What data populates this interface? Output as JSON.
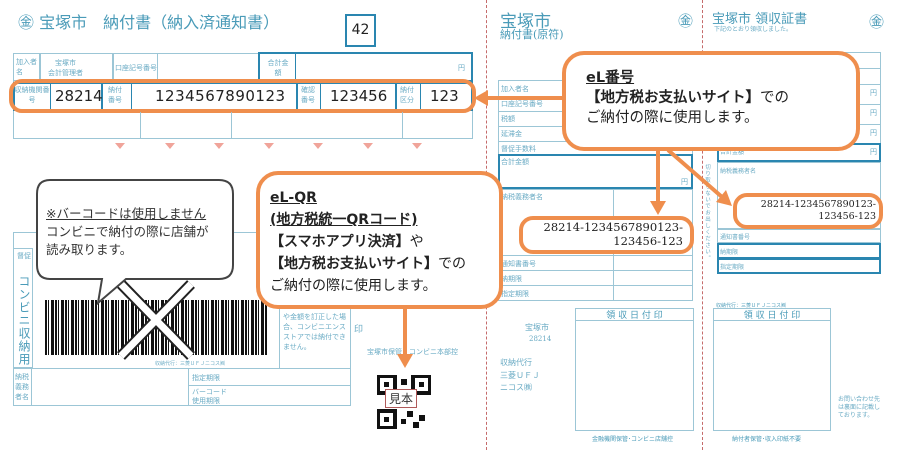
{
  "left_slip": {
    "title_mark": "㊎",
    "title": "宝塚市　納付書（納入済通知書）",
    "page_number": "42",
    "labels": {
      "payer_name": "加入者名",
      "payer_value": "宝塚市\n会計管理者",
      "account_number": "口座記号番号",
      "total_amount": "合計金額",
      "yen": "円",
      "institution_number": "収納機関番号",
      "payment_number": "納付番号",
      "confirmation_number": "確認番号",
      "payment_category": "納付区分"
    },
    "institution_number": "28214",
    "payment_number": "1234567890123",
    "confirmation_number": "123456",
    "payment_category": "123",
    "convenience_vertical": "コンビニ収納用",
    "barcode_agent": "収納代行：三菱ＵＦＪニコス㈱",
    "correction_note": "や金額を訂正した場合、コンビニエンスストアでは納付できません。",
    "seal": "印",
    "storage_note": "宝塚市保管　コンビニ本部控",
    "taxpayer_name": "納税義務者名",
    "designated_deadline": "指定期限",
    "barcode_deadline": "バーコード使用期限",
    "dunning": "督促"
  },
  "middle_stub": {
    "title": "宝塚市",
    "subtitle": "納付書(原符)",
    "mark": "㊎",
    "rows": [
      "加入者名",
      "口座記号番号",
      "税額",
      "延滞金",
      "督促手数料"
    ],
    "total_amount": "合計金額",
    "yen": "円",
    "taxpayer_name": "納税義務者名",
    "el_number": "28214-1234567890123-\n123456-123",
    "lower_rows": [
      "通知書番号",
      "納期限",
      "指定期限"
    ],
    "stamp_title": "領 収 日 付 印",
    "city": "宝塚市",
    "city_code": "28214",
    "agent_label": "収納代行",
    "agent_name": "三菱ＵＦＪ\nニコス㈱",
    "footer": "金融機関保管･コンビニ店舗控"
  },
  "right_stub": {
    "title": "宝塚市 領収証書",
    "subtitle": "下記のとおり領収しました。",
    "mark": "㊎",
    "yen": "円",
    "total_amount": "合計金額",
    "taxpayer_name": "納税義務者名",
    "el_number": "28214-1234567890123-\n123456-123",
    "lower_rows": [
      "通知書番号",
      "納期限",
      "指定期限"
    ],
    "cut_note": "切り取らないでお出しください。",
    "agent": "収納代行：三菱ＵＦＪニコス㈱",
    "stamp_title": "領 収 日 付 印",
    "inquiry": "お問い合わせ先は裏面に記載しております。",
    "footer": "納付者保管･収入印紙不要"
  },
  "callouts": {
    "el_number": {
      "heading": "eL番号",
      "line1_bold": "【地方税お支払いサイト】",
      "line1_rest": "での",
      "line2": "ご納付の際に使用します。"
    },
    "el_qr": {
      "heading": "eL-QR",
      "subheading": "(地方税統一QRコード)",
      "line1_bold": "【スマホアプリ決済】",
      "line1_rest": "や",
      "line2_bold": "【地方税お支払いサイト】",
      "line2_rest": "での",
      "line3": "ご納付の際に使用します。"
    },
    "barcode": {
      "line1": "※バーコードは使用しません",
      "line2": "コンビニで納付の際に店舗が",
      "line3": "読み取ります。"
    }
  },
  "qr_sample_label": "見本",
  "colors": {
    "accent_orange": "#ef8e4d",
    "form_blue": "#2a86b0",
    "form_line": "#9cc6d6",
    "cut_line": "#c0392b"
  }
}
